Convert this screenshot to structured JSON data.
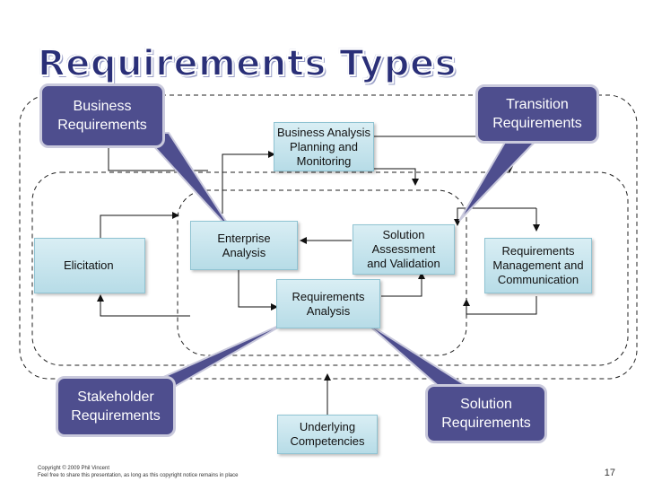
{
  "title": "Requirements Types",
  "processes": {
    "planning": "Business Analysis\nPlanning and\nMonitoring",
    "elicitation": "Elicitation",
    "enterprise": "Enterprise\nAnalysis",
    "solution_assessment": "Solution\nAssessment\nand Validation",
    "req_management": "Requirements\nManagement and\nCommunication",
    "req_analysis": "Requirements\nAnalysis",
    "competencies": "Underlying\nCompetencies"
  },
  "callouts": {
    "business": "Business\nRequirements",
    "transition": "Transition\nRequirements",
    "stakeholder": "Stakeholder\nRequirements",
    "solution": "Solution\nRequirements"
  },
  "footer": {
    "copyright": "Copyright © 2009 Phil Vincent",
    "notice": "Feel free to share this presentation, as long as this copyright notice remains in place",
    "page": "17"
  },
  "colors": {
    "callout_fill": "#4e4e8e",
    "process_fill": "#c8e6ee",
    "title": "#2a2f78"
  }
}
